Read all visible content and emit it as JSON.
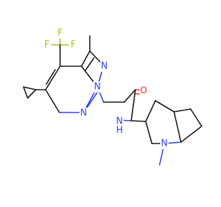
{
  "atoms": {
    "f_left": "F",
    "f_center": "F",
    "f_right": "F",
    "n_pyrazole_top": "N",
    "n_pyrazole_bottom": "N",
    "n_pyridine": "N",
    "o_carbonyl": "O",
    "n_amide": "N",
    "h_amide": "H",
    "n_bridge": "N"
  },
  "colors": {
    "bond": "#111111",
    "nitrogen": "#2f3cf0",
    "oxygen": "#ff2a2a",
    "fluorine": "#9bc21c",
    "background": "#ffffff"
  }
}
